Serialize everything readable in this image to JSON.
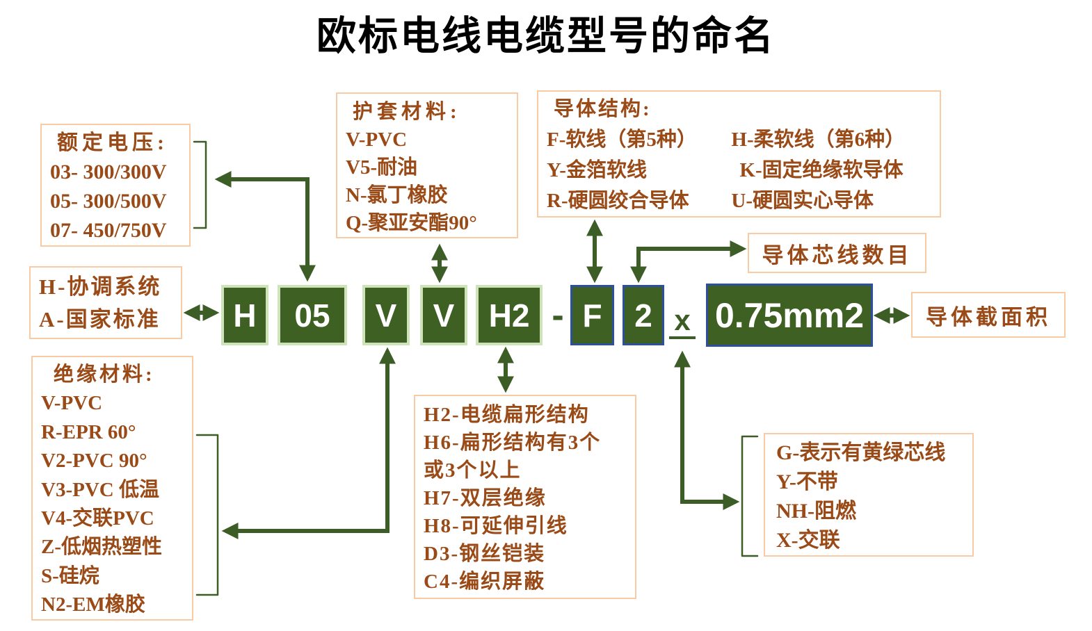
{
  "title": "欧标电线电缆型号的命名",
  "code": {
    "system": "H",
    "voltage": "05",
    "insulation": "V",
    "sheath": "V",
    "shape": "H2",
    "dash": "-",
    "conductor": "F",
    "core_count": "2",
    "multiplier": "x",
    "cross_section": "0.75mm2"
  },
  "labels": {
    "rated_voltage": {
      "title": "额定电压:",
      "lines": [
        "03- 300/300V",
        "05- 300/500V",
        "07- 450/750V"
      ]
    },
    "system": {
      "lines": [
        "H-协调系统",
        "A-国家标准"
      ]
    },
    "sheath": {
      "title": "护套材料:",
      "lines": [
        "V-PVC",
        "V5-耐油",
        "N-氯丁橡胶",
        "Q-聚亚安酯90°"
      ]
    },
    "conductor_structure": {
      "title": "导体结构:",
      "rows": [
        [
          "F-软线（第5种）",
          "H-柔软线（第6种）"
        ],
        [
          "Y-金箔软线",
          "K-固定绝缘软导体"
        ],
        [
          "R-硬圆绞合导体",
          "U-硬圆实心导体"
        ]
      ]
    },
    "core_count": {
      "text": "导体芯线数目"
    },
    "cross_section": {
      "text": "导体截面积"
    },
    "insulation": {
      "title": "绝缘材料:",
      "lines": [
        "V-PVC",
        "R-EPR 60°",
        "V2-PVC 90°",
        "V3-PVC 低温",
        "V4-交联PVC",
        "Z-低烟热塑性",
        "S-硅烷",
        "N2-EM橡胶"
      ]
    },
    "shape_structure": {
      "lines": [
        "H2-电缆扁形结构",
        "H6-扁形结构有3个",
        "或3个以上",
        "H7-双层绝缘",
        "H8-可延伸引线",
        "D3-钢丝铠装",
        "C4-编织屏蔽"
      ]
    },
    "core_color": {
      "lines": [
        "G-表示有黄绿芯线",
        "Y-不带",
        "NH-阻燃",
        "X-交联"
      ]
    }
  },
  "colors": {
    "dark_green_fill": "#3e6023",
    "arrow_green": "#3d5d26",
    "light_green_border": "#cfe3bb",
    "blue_border": "#2e4e9e",
    "peach_border": "#f8cba4",
    "brown_text": "#9a4a16"
  }
}
